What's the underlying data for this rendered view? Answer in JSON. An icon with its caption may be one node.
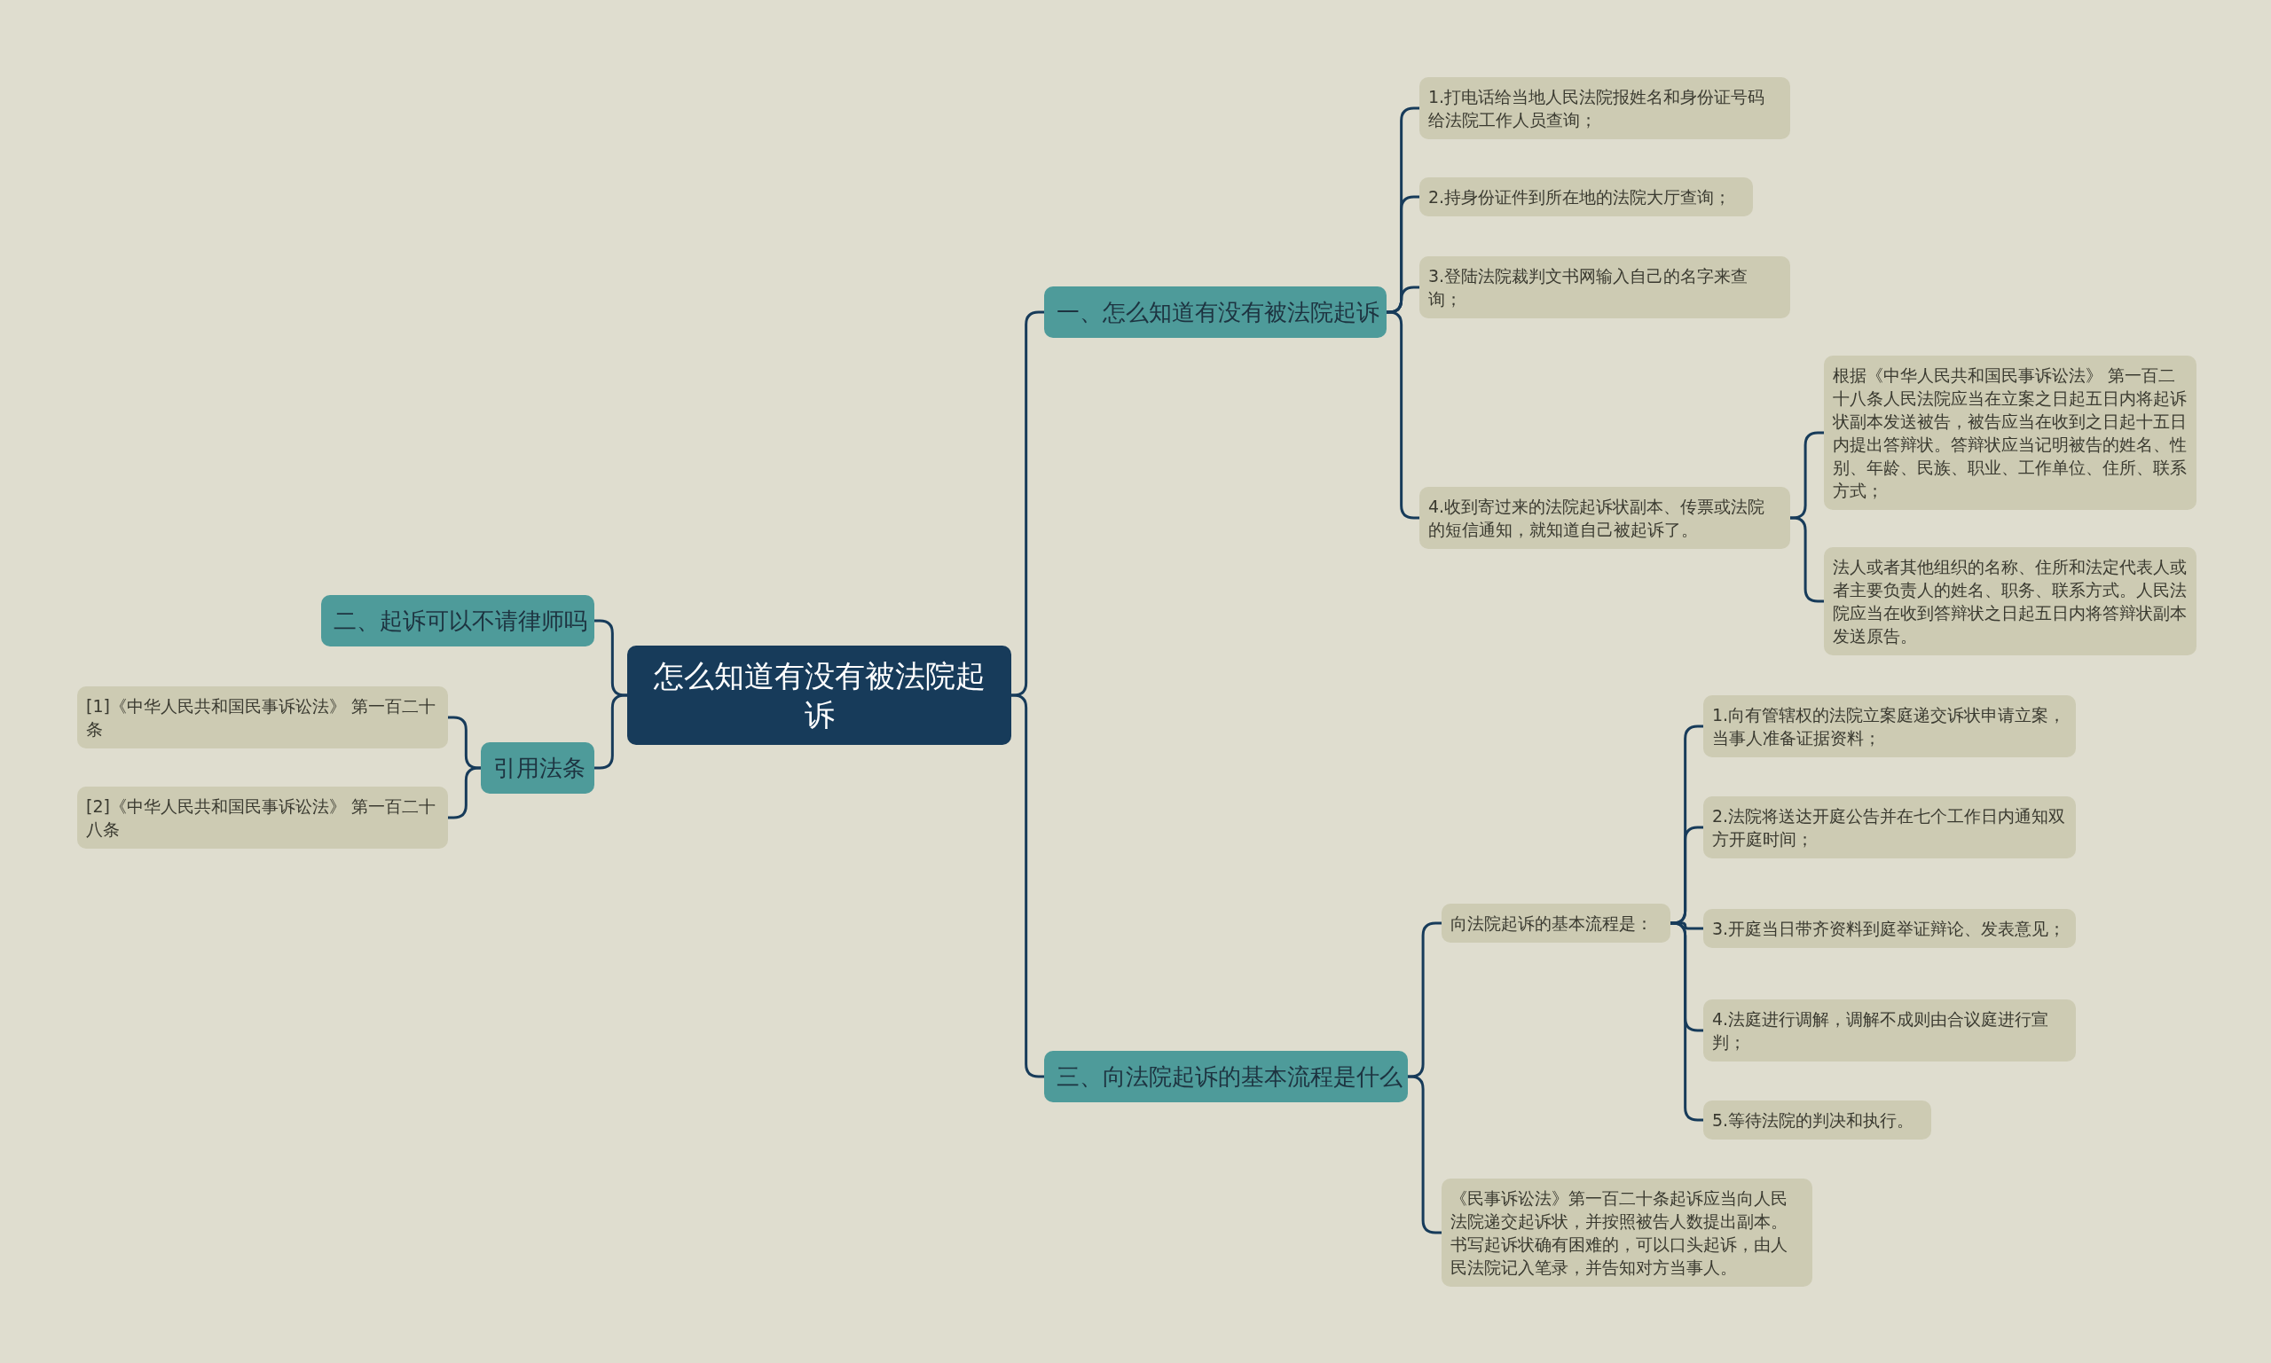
{
  "diagram": {
    "nodes": [
      {
        "text": [
          "怎么知道有没有被法院起诉"
        ]
      },
      {
        "text": [
          "一、怎么知道有没有被法院起诉"
        ]
      },
      {
        "text": [
          "1.打电话给当地人民法院报姓名和身份证号码给法院工作人员查询；"
        ]
      },
      {
        "text": [
          "2.持身份证件到所在地的法院大厅查询；"
        ]
      },
      {
        "text": [
          "3.登陆法院裁判文书网输入自己的名字来查询；"
        ]
      },
      {
        "text": [
          "4.收到寄过来的法院起诉状副本、传票或法院的短信通知，就知道自己被起诉了。"
        ]
      },
      {
        "text": [
          "根据《中华人民共和国民事诉讼法》 第一百二十八条人民法院应当在立案之日起五日内将起诉状副本发送被告，被告应当在收到之日起十五日内提出答辩状。答辩状应当记明被告的姓名、性别、年龄、民族、职业、工作单位、住所、联系方式；"
        ]
      },
      {
        "text": [
          "法人或者其他组织的名称、住所和法定代表人或者主要负责人的姓名、职务、联系方式。人民法院应当在收到答辩状之日起五日内将答辩状副本发送原告。"
        ]
      },
      {
        "text": [
          "三、向法院起诉的基本流程是什么"
        ]
      },
      {
        "text": [
          "向法院起诉的基本流程是："
        ]
      },
      {
        "text": [
          "1.向有管辖权的法院立案庭递交诉状申请立案，当事人准备证据资料；"
        ]
      },
      {
        "text": [
          "2.法院将送达开庭公告并在七个工作日内通知双方开庭时间；"
        ]
      },
      {
        "text": [
          "3.开庭当日带齐资料到庭举证辩论、发表意见；"
        ]
      },
      {
        "text": [
          "4.法庭进行调解，调解不成则由合议庭进行宣判；"
        ]
      },
      {
        "text": [
          "5.等待法院的判决和执行。"
        ]
      },
      {
        "text": [
          "《民事诉讼法》第一百二十条起诉应当向人民法院递交起诉状，并按照被告人数提出副本。书写起诉状确有困难的，可以口头起诉，由人民法院记入笔录，并告知对方当事人。"
        ]
      },
      {
        "text": [
          "二、起诉可以不请律师吗"
        ]
      },
      {
        "text": [
          "引用法条"
        ]
      },
      {
        "text": [
          "[1]《中华人民共和国民事诉讼法》 第一百二十条"
        ]
      },
      {
        "text": [
          "[2]《中华人民共和国民事诉讼法》 第一百二十八条"
        ]
      }
    ],
    "edges": [
      {
        "from": 0,
        "to": 1,
        "arrow": "none"
      },
      {
        "from": 1,
        "to": 2,
        "arrow": "none"
      },
      {
        "from": 1,
        "to": 3,
        "arrow": "none"
      },
      {
        "from": 1,
        "to": 4,
        "arrow": "none"
      },
      {
        "from": 1,
        "to": 5,
        "arrow": "none"
      },
      {
        "from": 5,
        "to": 6,
        "arrow": "none"
      },
      {
        "from": 5,
        "to": 7,
        "arrow": "none"
      },
      {
        "from": 0,
        "to": 8,
        "arrow": "none"
      },
      {
        "from": 8,
        "to": 9,
        "arrow": "none"
      },
      {
        "from": 9,
        "to": 10,
        "arrow": "none"
      },
      {
        "from": 9,
        "to": 11,
        "arrow": "none"
      },
      {
        "from": 9,
        "to": 12,
        "arrow": "none"
      },
      {
        "from": 9,
        "to": 13,
        "arrow": "none"
      },
      {
        "from": 9,
        "to": 14,
        "arrow": "none"
      },
      {
        "from": 8,
        "to": 15,
        "arrow": "none"
      },
      {
        "from": 0,
        "to": 16,
        "arrow": "none"
      },
      {
        "from": 0,
        "to": 17,
        "arrow": "none"
      },
      {
        "from": 17,
        "to": 18,
        "arrow": "none"
      },
      {
        "from": 17,
        "to": 19,
        "arrow": "none"
      }
    ]
  }
}
